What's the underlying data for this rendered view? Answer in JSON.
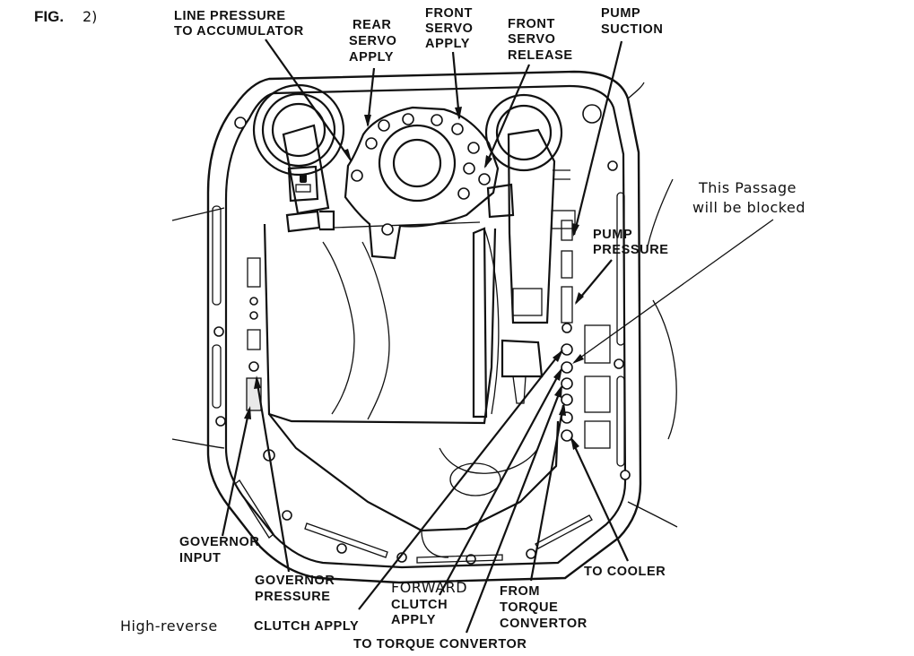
{
  "figure": {
    "label": "FIG.",
    "number": "2)"
  },
  "labels": {
    "line_pressure_1": "LINE PRESSURE",
    "line_pressure_2": "TO ACCUMULATOR",
    "rear_servo_1": "REAR",
    "rear_servo_2": "SERVO",
    "rear_servo_3": "APPLY",
    "front_servo_apply_1": "FRONT",
    "front_servo_apply_2": "SERVO",
    "front_servo_apply_3": "APPLY",
    "front_servo_release_1": "FRONT",
    "front_servo_release_2": "SERVO",
    "front_servo_release_3": "RELEASE",
    "pump_suction_1": "PUMP",
    "pump_suction_2": "SUCTION",
    "passage_note_1": "This Passage",
    "passage_note_2": "will be blocked",
    "pump_pressure_1": "PUMP",
    "pump_pressure_2": "PRESSURE",
    "governor_input_1": "GOVERNOR",
    "governor_input_2": "INPUT",
    "governor_pressure_1": "GOVERNOR",
    "governor_pressure_2": "PRESSURE",
    "to_cooler": "TO COOLER",
    "forward_clutch_1": "FORWARD",
    "forward_clutch_2": "CLUTCH",
    "forward_clutch_3": "APPLY",
    "from_torque_1": "FROM",
    "from_torque_2": "TORQUE",
    "from_torque_3": "CONVERTOR",
    "high_reverse_prefix": "High-reverse",
    "high_reverse_rest": "CLUTCH APPLY",
    "to_torque": "TO TORQUE CONVERTOR"
  }
}
